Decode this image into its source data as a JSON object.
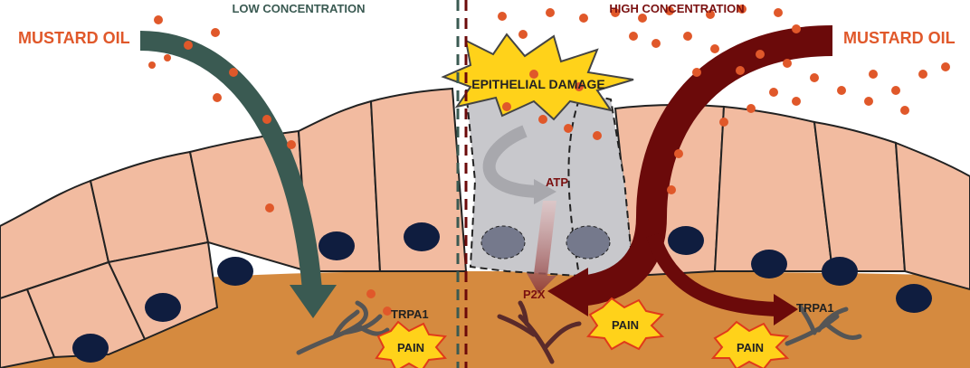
{
  "labels": {
    "low_concentration": "LOW CONCENTRATION",
    "high_concentration": "HIGH CONCENTRATION",
    "mustard_oil_left": "MUSTARD OIL",
    "mustard_oil_right": "MUSTARD OIL",
    "epithelial_damage": "EPITHELIAL DAMAGE",
    "atp": "ATP",
    "p2x": "P2X",
    "trpa1_left": "TRPA1",
    "trpa1_right": "TRPA1",
    "pain_left": "PAIN",
    "pain_center": "PAIN",
    "pain_right": "PAIN"
  },
  "colors": {
    "low_arrow": "#3a5a52",
    "high_arrow": "#6b0a0a",
    "oil_droplet": "#e0582a",
    "cell_fill": "#f2bba0",
    "nucleus": "#0f1d3f",
    "tissue": "#d58a3f",
    "damaged_cell": "#c8c8cc",
    "pain_burst": "#ffd21a",
    "low_text": "#3a5a52",
    "high_text": "#7a1010",
    "mustard_text": "#e0582a"
  },
  "icons": {
    "pain": "starburst",
    "epithelial_damage": "starburst",
    "nerve": "branching-nerve-ending"
  }
}
